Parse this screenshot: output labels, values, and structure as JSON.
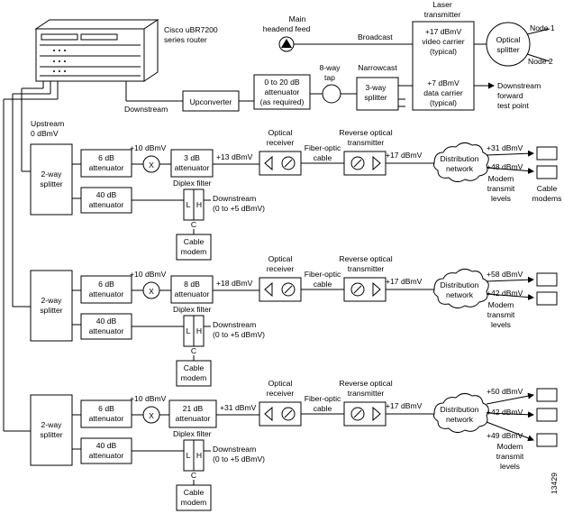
{
  "top": {
    "router_label": "Cisco uBR7200",
    "router_label2": "series router",
    "headend_label": "Main",
    "headend_label2": "headend feed",
    "broadcast": "Broadcast",
    "laser_label": "Laser",
    "laser_label2": "transmitter",
    "video_carrier": "+17 dBmV",
    "video_carrier2": "video carrier",
    "video_carrier3": "(typical)",
    "data_carrier": "+7 dBmV",
    "data_carrier2": "data carrier",
    "data_carrier3": "(typical)",
    "optical_splitter": "Optical",
    "optical_splitter2": "splitter",
    "node1": "Node 1",
    "node2": "Node 2",
    "attenuator": "0 to 20 dB",
    "attenuator2": "attenuator",
    "attenuator3": "(as required)",
    "tap": "8-way",
    "tap2": "tap",
    "narrowcast": "Narrowcast",
    "splitter3": "3-way",
    "splitter3b": "splitter",
    "downstream_test": "Downstream",
    "downstream_test2": "forward",
    "downstream_test3": "test point",
    "downstream": "Downstream",
    "upconverter": "Upconverter",
    "upstream": "Upstream",
    "upstream2": "0 dBmV"
  },
  "common": {
    "splitter": "2-way",
    "splitter2": "splitter",
    "att6": "6 dB",
    "att6b": "attenuator",
    "att40": "40 dB",
    "att40b": "attenuator",
    "plus10": "+10 dBmV",
    "mixer": "X",
    "optical_receiver": "Optical",
    "optical_receiver2": "receiver",
    "fiber": "Fiber-optic",
    "fiber2": "cable",
    "rev_tx": "Reverse optical",
    "rev_tx2": "transmitter",
    "plus17": "+17 dBmV",
    "distribution": "Distribution",
    "distribution2": "network",
    "modem_levels": "Modem",
    "modem_levels2": "transmit",
    "modem_levels3": "levels",
    "diplex": "Diplex filter",
    "L": "L",
    "H": "H",
    "C": "C",
    "ds_range": "Downstream",
    "ds_range2": "(0 to +5 dBmV)",
    "cable_modem": "Cable",
    "cable_modem2": "modem",
    "cable_modems": "Cable",
    "cable_modems2": "modems"
  },
  "sections": [
    {
      "att_mid": "3 dB",
      "att_mid2": "attenuator",
      "level_after": "+13 dBmV",
      "out_a": "+31 dBmV",
      "out_b": "+48 dBmV"
    },
    {
      "att_mid": "8 dB",
      "att_mid2": "attenuator",
      "level_after": "+18 dBmV",
      "out_a": "+58 dBmV",
      "out_b": "+42 dBmV"
    },
    {
      "att_mid": "21 dB",
      "att_mid2": "attenuator",
      "level_after": "+31 dBmV",
      "out_a": "+50 dBmV",
      "out_b": "+42 dBmV",
      "out_c": "+49 dBmV"
    }
  ],
  "figure_id": "13429"
}
